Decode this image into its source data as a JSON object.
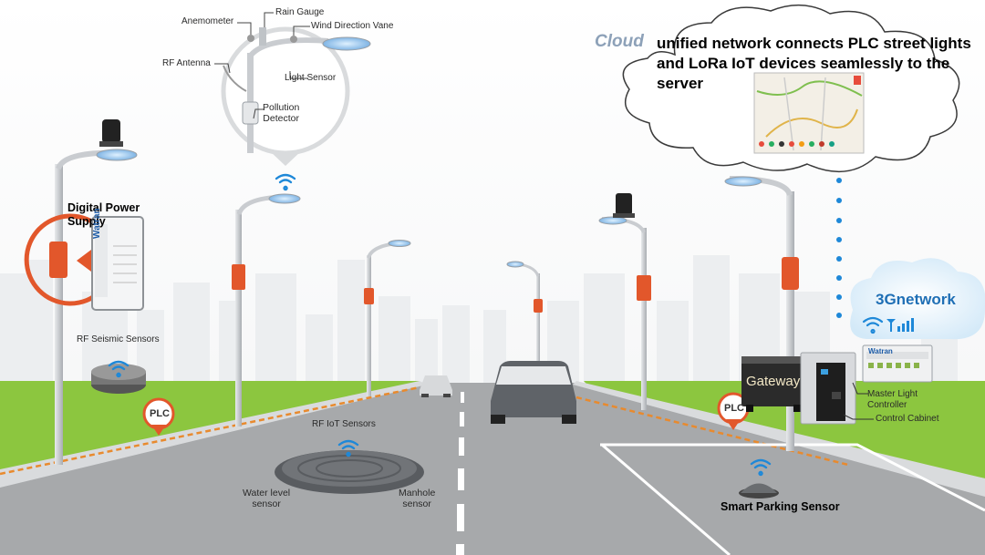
{
  "cloud": {
    "title": "Cloud",
    "description": "unified network connects PLC street lights and LoRa IoT devices seamlessly to the server"
  },
  "sensor_callout": {
    "anemometer": "Anemometer",
    "rain_gauge": "Rain Gauge",
    "wind_vane": "Wind Direction Vane",
    "rf_antenna": "RF Antenna",
    "light_sensor": "Light Sensor",
    "pollution_detector": "Pollution\nDetector"
  },
  "left": {
    "digital_power_supply": "Digital Power Supply",
    "power_supply_brand": "Watran",
    "rf_seismic": "RF Seismic Sensors",
    "plc": "PLC"
  },
  "road": {
    "rf_iot": "RF IoT Sensors",
    "water_level": "Water level\nsensor",
    "manhole": "Manhole\nsensor"
  },
  "right": {
    "network": "3Gnetwork",
    "gateway": "Gateway",
    "master_light_controller": "Master Light\nController",
    "controller_brand": "Watran",
    "control_cabinet": "Control Cabinet",
    "plc": "PLC",
    "smart_parking": "Smart Parking Sensor"
  },
  "colors": {
    "grass": "#8cc63f",
    "road": "#a7a9ab",
    "pole": "#c9ccd0",
    "plc_box": "#e2572b",
    "cable": "#e88a2e",
    "wifi": "#1e88d8",
    "cloud_text": "#8da1b8",
    "network_text": "#1f6fb5"
  }
}
